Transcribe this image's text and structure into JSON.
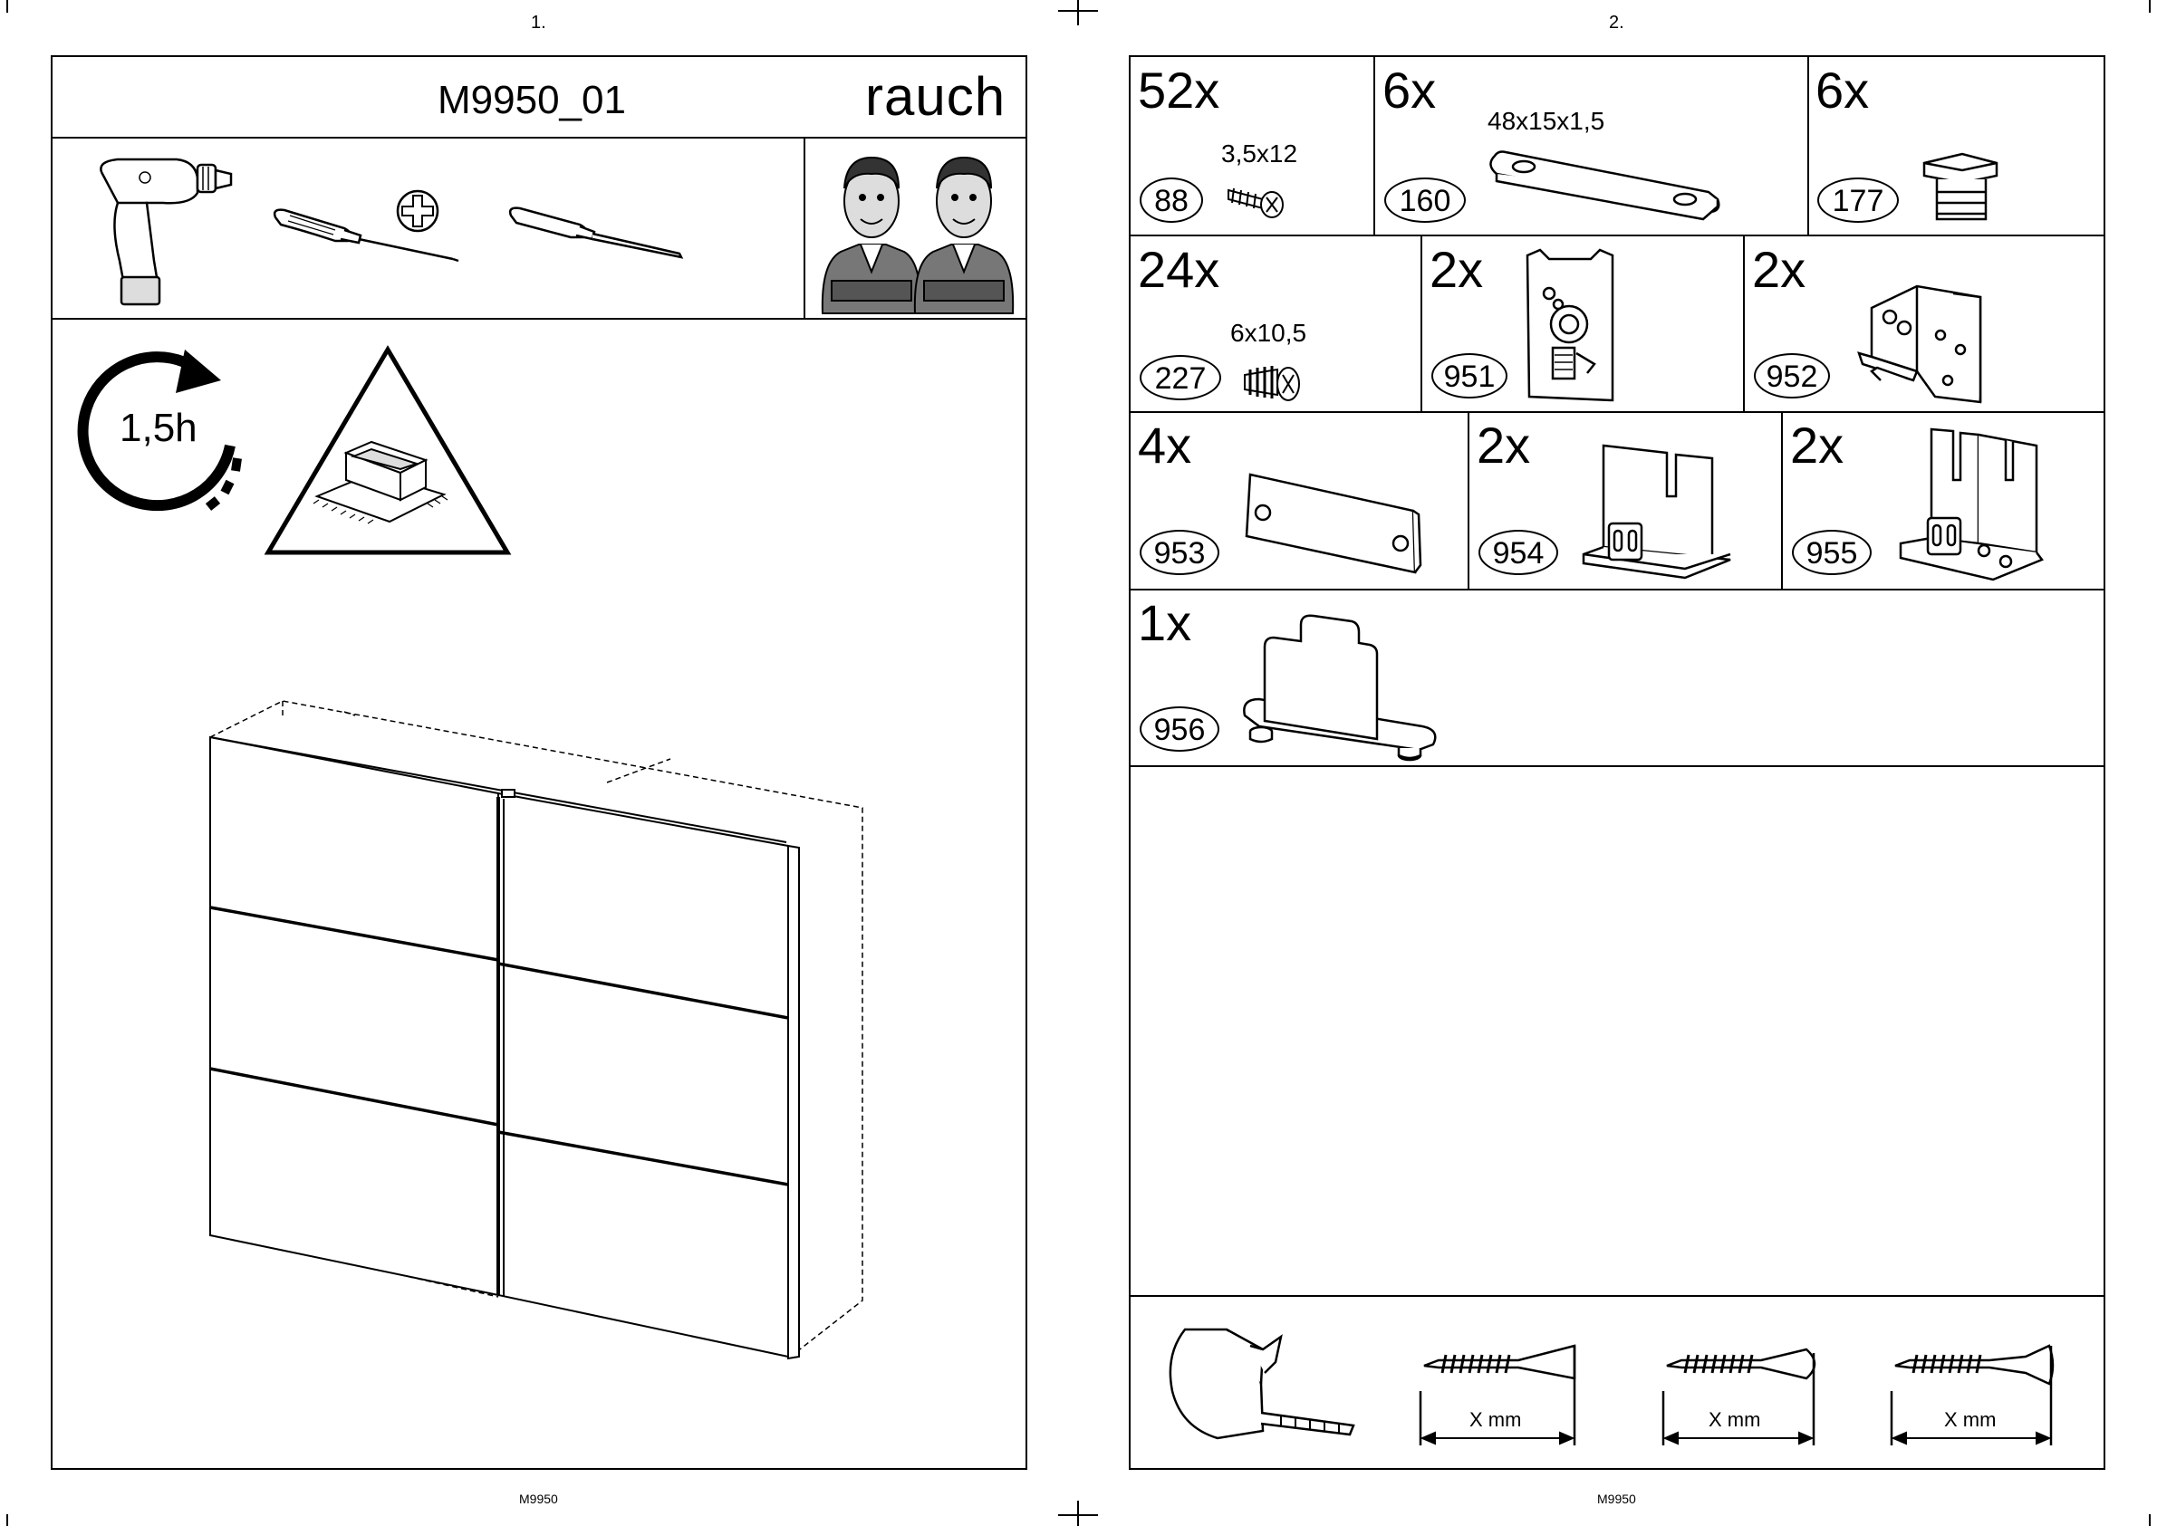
{
  "pages": [
    {
      "number": "1.",
      "footer": "M9950"
    },
    {
      "number": "2.",
      "footer": "M9950"
    }
  ],
  "header": {
    "model": "M9950_01",
    "brand": "rauch"
  },
  "tools": [
    "drill-icon",
    "phillips-screwdriver-icon",
    "phillips-head-symbol",
    "flat-screwdriver-icon"
  ],
  "assembly": {
    "time": "1,5h",
    "persons_required": 2
  },
  "parts": [
    {
      "count": "52x",
      "id": "88",
      "size": "3,5x12"
    },
    {
      "count": "6x",
      "id": "160",
      "size": "48x15x1,5"
    },
    {
      "count": "6x",
      "id": "177",
      "size": ""
    },
    {
      "count": "24x",
      "id": "227",
      "size": "6x10,5"
    },
    {
      "count": "2x",
      "id": "951",
      "size": ""
    },
    {
      "count": "2x",
      "id": "952",
      "size": ""
    },
    {
      "count": "4x",
      "id": "953",
      "size": ""
    },
    {
      "count": "2x",
      "id": "954",
      "size": ""
    },
    {
      "count": "2x",
      "id": "955",
      "size": ""
    },
    {
      "count": "1x",
      "id": "956",
      "size": ""
    }
  ],
  "measure_legend": [
    {
      "label": "X mm"
    },
    {
      "label": "X mm"
    },
    {
      "label": "X mm"
    }
  ]
}
